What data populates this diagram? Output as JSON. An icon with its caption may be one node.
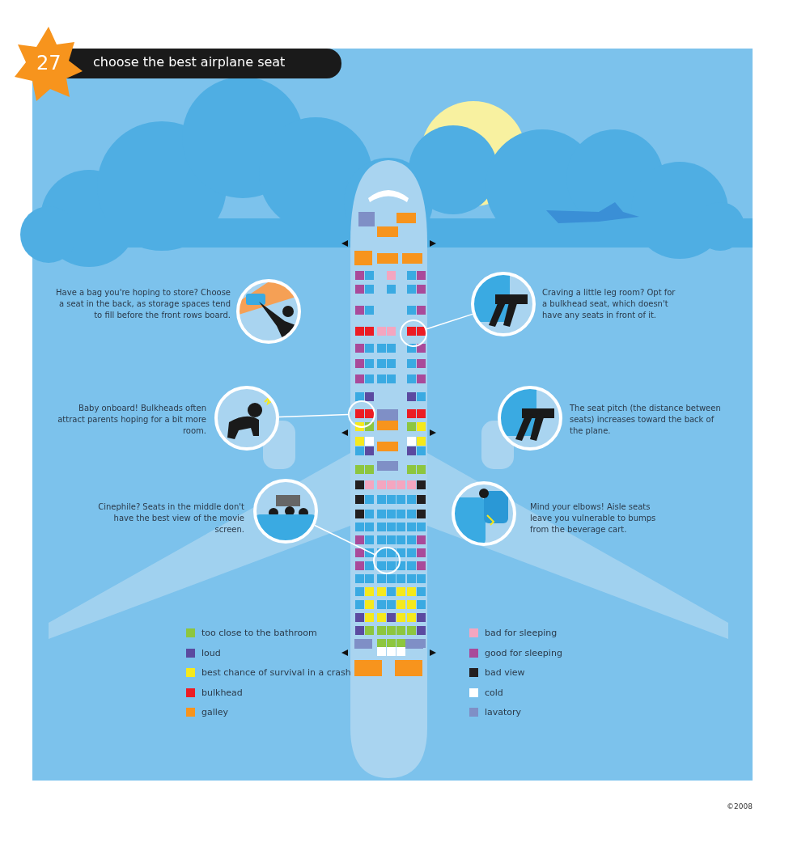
{
  "diagram": {
    "title": "choose the best airplane seat",
    "nodes": [
      {
        "text": [],
        "shape": "picture",
        "beside": [
          "Have a bag you're hoping to store? Choose a seat in the back, as storage spaces tend to fill before the front rows board."
        ]
      },
      {
        "text": [],
        "shape": "picture",
        "beside": [
          "Craving a little leg room? Opt for a bulkhead seat, which doesn't have any seats in front of it."
        ]
      },
      {
        "text": [],
        "shape": "picture",
        "beside": [
          "Baby onboard! Bulkheads often attract parents hoping for a bit more room."
        ]
      },
      {
        "text": [],
        "shape": "picture",
        "beside": [
          "The seat pitch (the distance between seats) increases toward the back of the plane."
        ]
      },
      {
        "text": [],
        "shape": "picture",
        "beside": [
          "Cinephile? Seats in the middle don't have the best view of the movie screen."
        ]
      },
      {
        "text": [],
        "shape": "picture",
        "beside": [
          "Mind your elbows! Aisle seats leave you vulnerable to bumps from the beverage cart."
        ]
      },
      {
        "text": [],
        "shape": "circle"
      },
      {
        "text": [],
        "shape": "circle"
      },
      {
        "text": [],
        "shape": "circle"
      }
    ],
    "edges": [
      {
        "from": 1,
        "to": 6,
        "arrow": "none"
      },
      {
        "from": 2,
        "to": 7,
        "arrow": "none"
      },
      {
        "from": 4,
        "to": 8,
        "arrow": "none"
      }
    ],
    "labels": [
      "27",
      "©2008"
    ],
    "legend": [
      {
        "text": "too close to the bathroom",
        "color": "#8dc63f"
      },
      {
        "text": "loud",
        "color": "#5b4aa0"
      },
      {
        "text": "best chance of survival in a crash",
        "color": "#f5e91c"
      },
      {
        "text": "bulkhead",
        "color": "#ec1c24"
      },
      {
        "text": "galley",
        "color": "#f7941d"
      },
      {
        "text": "bad for sleeping",
        "color": "#f4a6c0"
      },
      {
        "text": "good for sleeping",
        "color": "#a94a9a"
      },
      {
        "text": "bad view",
        "color": "#231f20"
      },
      {
        "text": "cold",
        "color": "#ffffff"
      },
      {
        "text": "lavatory",
        "color": "#7f8fc6"
      }
    ]
  }
}
